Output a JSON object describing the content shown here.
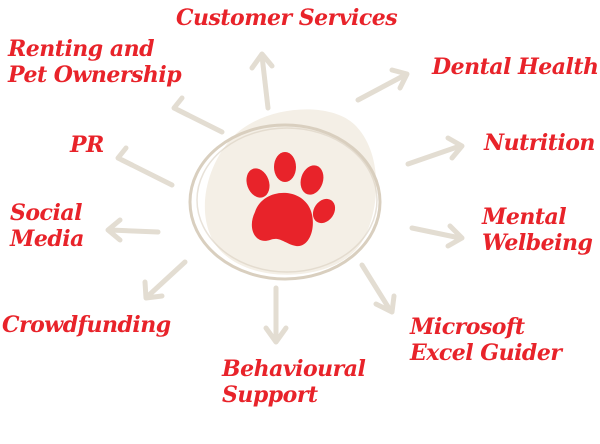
{
  "center": {
    "icon": "paw-icon",
    "accent": "#e8232a",
    "arrow_color": "#e3ddd2",
    "blob_color": "#f4efe6"
  },
  "topics": [
    {
      "id": "customer-services",
      "lines": [
        "Customer Services"
      ]
    },
    {
      "id": "renting",
      "lines": [
        "Renting and",
        "Pet Ownership"
      ]
    },
    {
      "id": "dental-health",
      "lines": [
        "Dental Health"
      ]
    },
    {
      "id": "pr",
      "lines": [
        "PR"
      ]
    },
    {
      "id": "nutrition",
      "lines": [
        "Nutrition"
      ]
    },
    {
      "id": "social-media",
      "lines": [
        "Social",
        "Media"
      ]
    },
    {
      "id": "mental-welbeing",
      "lines": [
        "Mental",
        "Welbeing"
      ]
    },
    {
      "id": "crowdfunding",
      "lines": [
        "Crowdfunding"
      ]
    },
    {
      "id": "microsoft-excel",
      "lines": [
        "Microsoft",
        "Excel Guider"
      ]
    },
    {
      "id": "behavioural-support",
      "lines": [
        "Behavioural",
        "Support"
      ]
    }
  ]
}
